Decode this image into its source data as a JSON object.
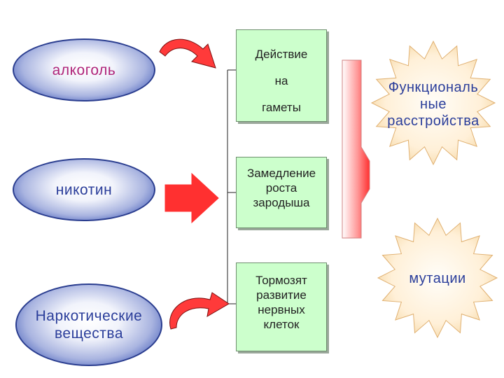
{
  "sources": {
    "alcohol": "алкоголь",
    "nicotine": "никотин",
    "drugs": [
      "Наркотические",
      "вещества"
    ]
  },
  "effects": {
    "gametes": [
      "Действие",
      "на",
      "гаметы"
    ],
    "growth": [
      "Замедление",
      "роста",
      "зародыша"
    ],
    "nerves": [
      "Тормозят",
      "развитие",
      "нервных",
      "клеток"
    ]
  },
  "outcomes": {
    "functional": [
      "Функциональ",
      "ные",
      "расстройства"
    ],
    "mutations": "мутации"
  },
  "colors": {
    "oval_blue": "#3b55b5",
    "alcohol_text": "#b0257a",
    "text_blue": "#2a3d9a",
    "arrow_red": "#ff2e2e",
    "box_green": "#ccffcc",
    "star_fill": "#fff3d8"
  }
}
